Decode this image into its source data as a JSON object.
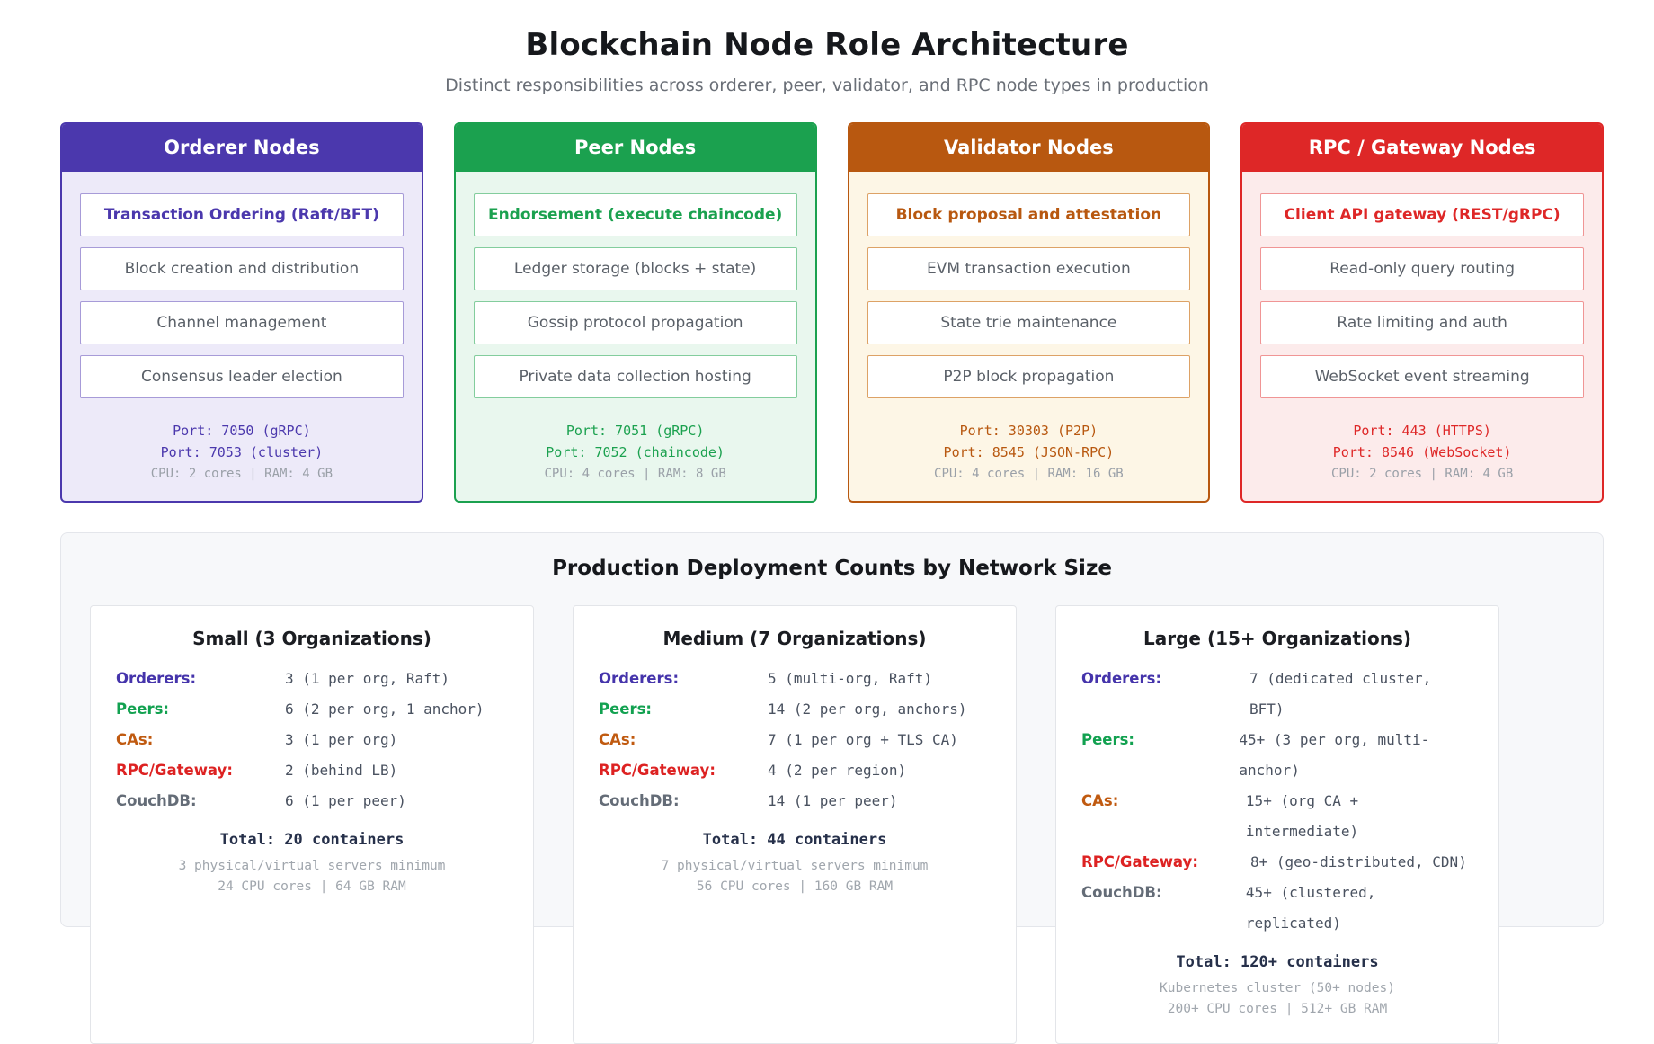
{
  "page": {
    "title": "Blockchain Node Role Architecture",
    "subtitle": "Distinct responsibilities across orderer, peer, validator, and RPC node types in production"
  },
  "columns": [
    {
      "title": "Orderer Nodes",
      "items": [
        "Transaction Ordering (Raft/BFT)",
        "Block creation and distribution",
        "Channel management",
        "Consensus leader election"
      ],
      "ports": [
        "Port: 7050 (gRPC)",
        "Port: 7053 (cluster)"
      ],
      "resources": "CPU: 2 cores | RAM: 4 GB",
      "colors": {
        "accent": "#4b38ad",
        "body": "#edeaf9",
        "item_border": "#a79bd8"
      }
    },
    {
      "title": "Peer Nodes",
      "items": [
        "Endorsement (execute chaincode)",
        "Ledger storage (blocks + state)",
        "Gossip protocol propagation",
        "Private data collection hosting"
      ],
      "ports": [
        "Port: 7051 (gRPC)",
        "Port: 7052 (chaincode)"
      ],
      "resources": "CPU: 4 cores | RAM: 8 GB",
      "colors": {
        "accent": "#1ba14f",
        "body": "#e9f7ee",
        "item_border": "#83cd9d"
      }
    },
    {
      "title": "Validator Nodes",
      "items": [
        "Block proposal and attestation",
        "EVM transaction execution",
        "State trie maintenance",
        "P2P block propagation"
      ],
      "ports": [
        "Port: 30303 (P2P)",
        "Port: 8545 (JSON-RPC)"
      ],
      "resources": "CPU: 4 cores | RAM: 16 GB",
      "colors": {
        "accent": "#b85810",
        "body": "#fdf6e6",
        "item_border": "#dda266"
      }
    },
    {
      "title": "RPC / Gateway Nodes",
      "items": [
        "Client API gateway (REST/gRPC)",
        "Read-only query routing",
        "Rate limiting and auth",
        "WebSocket event streaming"
      ],
      "ports": [
        "Port: 443 (HTTPS)",
        "Port: 8546 (WebSocket)"
      ],
      "resources": "CPU: 2 cores | RAM: 4 GB",
      "colors": {
        "accent": "#de2727",
        "body": "#fcebeb",
        "item_border": "#f09595"
      }
    }
  ],
  "deployment": {
    "title": "Production Deployment Counts by Network Size",
    "label_colors": {
      "orderers": "#4534ab",
      "peers": "#12a150",
      "cas": "#c05a10",
      "rpc": "#dd2222",
      "couchdb": "#646c77"
    },
    "cards": [
      {
        "title": "Small (3 Organizations)",
        "rows": [
          {
            "label": "Orderers:",
            "value": "3 (1 per org, Raft)",
            "color": "#4534ab"
          },
          {
            "label": "Peers:",
            "value": "6 (2 per org, 1 anchor)",
            "color": "#12a150"
          },
          {
            "label": "CAs:",
            "value": "3 (1 per org)",
            "color": "#c05a10"
          },
          {
            "label": "RPC/Gateway:",
            "value": "2 (behind LB)",
            "color": "#dd2222"
          },
          {
            "label": "CouchDB:",
            "value": "6 (1 per peer)",
            "color": "#646c77"
          }
        ],
        "total": "Total: 20 containers",
        "note1": "3 physical/virtual servers minimum",
        "note2": "24 CPU cores | 64 GB RAM"
      },
      {
        "title": "Medium (7 Organizations)",
        "rows": [
          {
            "label": "Orderers:",
            "value": "5 (multi-org, Raft)",
            "color": "#4534ab"
          },
          {
            "label": "Peers:",
            "value": "14 (2 per org, anchors)",
            "color": "#12a150"
          },
          {
            "label": "CAs:",
            "value": "7 (1 per org + TLS CA)",
            "color": "#c05a10"
          },
          {
            "label": "RPC/Gateway:",
            "value": "4 (2 per region)",
            "color": "#dd2222"
          },
          {
            "label": "CouchDB:",
            "value": "14 (1 per peer)",
            "color": "#646c77"
          }
        ],
        "total": "Total: 44 containers",
        "note1": "7 physical/virtual servers minimum",
        "note2": "56 CPU cores | 160 GB RAM"
      },
      {
        "title": "Large (15+ Organizations)",
        "rows": [
          {
            "label": "Orderers:",
            "value": "7 (dedicated cluster, BFT)",
            "color": "#4534ab"
          },
          {
            "label": "Peers:",
            "value": "45+ (3 per org, multi-anchor)",
            "color": "#12a150"
          },
          {
            "label": "CAs:",
            "value": "15+ (org CA + intermediate)",
            "color": "#c05a10"
          },
          {
            "label": "RPC/Gateway:",
            "value": "8+ (geo-distributed, CDN)",
            "color": "#dd2222"
          },
          {
            "label": "CouchDB:",
            "value": "45+ (clustered, replicated)",
            "color": "#646c77"
          }
        ],
        "total": "Total: 120+ containers",
        "note1": "Kubernetes cluster (50+ nodes)",
        "note2": "200+ CPU cores | 512+ GB RAM"
      }
    ]
  }
}
